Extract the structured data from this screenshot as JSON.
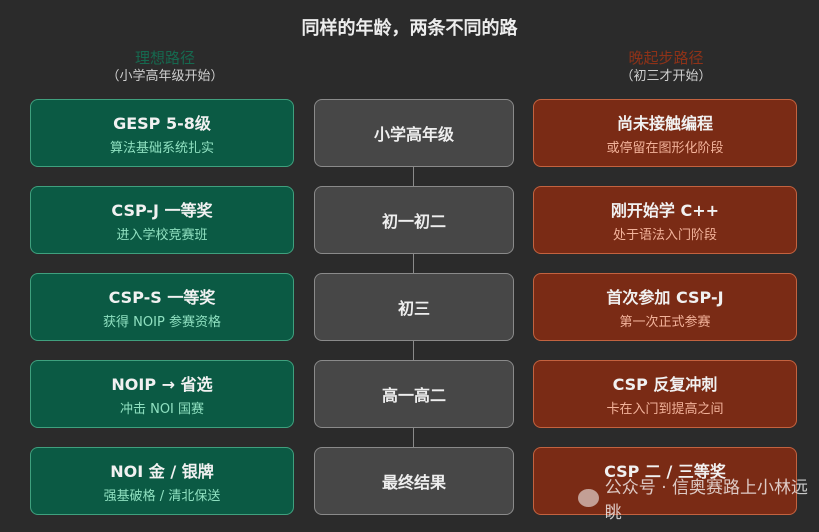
{
  "title": "同样的年龄，两条不同的路",
  "left_column": {
    "title": "理想路径",
    "subtitle": "（小学高年级开始）"
  },
  "right_column": {
    "title": "晚起步路径",
    "subtitle": "（初三才开始）"
  },
  "rows": [
    {
      "stage": "小学高年级",
      "ideal": {
        "title": "GESP 5-8级",
        "desc": "算法基础系统扎实"
      },
      "late": {
        "title": "尚未接触编程",
        "desc": "或停留在图形化阶段"
      }
    },
    {
      "stage": "初一初二",
      "ideal": {
        "title": "CSP-J 一等奖",
        "desc": "进入学校竞赛班"
      },
      "late": {
        "title": "刚开始学 C++",
        "desc": "处于语法入门阶段"
      }
    },
    {
      "stage": "初三",
      "ideal": {
        "title": "CSP-S 一等奖",
        "desc": "获得 NOIP 参赛资格"
      },
      "late": {
        "title": "首次参加 CSP-J",
        "desc": "第一次正式参赛"
      }
    },
    {
      "stage": "高一高二",
      "ideal": {
        "title": "NOIP → 省选",
        "desc": "冲击 NOI 国赛"
      },
      "late": {
        "title": "CSP 反复冲刺",
        "desc": "卡在入门到提高之间"
      }
    },
    {
      "stage": "最终结果",
      "ideal": {
        "title": "NOI 金 / 银牌",
        "desc": "强基破格 / 清北保送"
      },
      "late": {
        "title": "CSP 二 / 三等奖",
        "desc": ""
      }
    }
  ],
  "watermark": {
    "text": "公众号 · 信奥赛路上小林远眺",
    "icon": "wechat-icon"
  },
  "colors": {
    "background": "#2b2b2b",
    "ideal_fill": "#0b5a44",
    "late_fill": "#7a2b15",
    "stage_fill": "#474747"
  }
}
